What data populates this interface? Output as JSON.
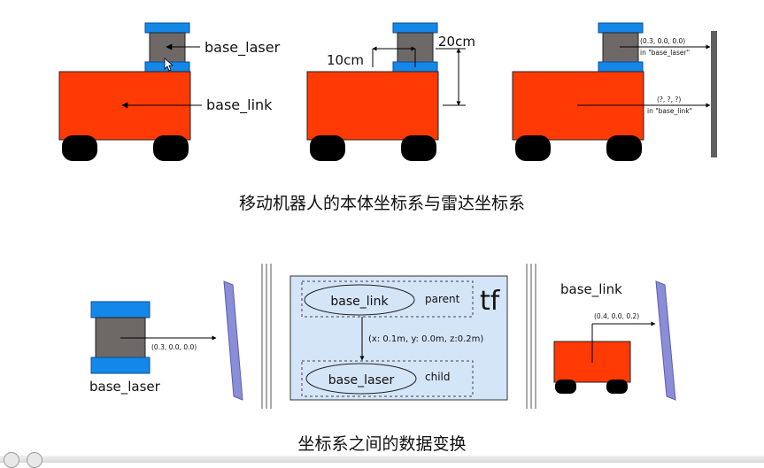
{
  "colors": {
    "body": "#ff3a05",
    "laser_cap": "#1488e8",
    "laser_core": "#6e6866",
    "wheel": "#000000",
    "panel": "#dfe7f8",
    "tf_box": "#d5e5f8",
    "wall": "#5f5f5f",
    "plane": "#8a8ed8"
  },
  "top": {
    "panel1": {
      "laser_label": "base_laser",
      "link_label": "base_link"
    },
    "panel2": {
      "horizontal_offset": "10cm",
      "vertical_offset": "20cm"
    },
    "panel3": {
      "laser_reading_value": "(0.3, 0.0, 0.0)",
      "laser_reading_frame": "in \"base_laser\"",
      "link_reading_value": "(?, ?, ?)",
      "link_reading_frame": "in \"base_link\""
    },
    "caption": "移动机器人的本体坐标系与雷达坐标系"
  },
  "bottom": {
    "laser_label": "base_laser",
    "laser_measure": "(0.3, 0.0, 0.0)",
    "tf": {
      "title": "tf",
      "parent_frame": "base_link",
      "parent_role": "parent",
      "child_frame": "base_laser",
      "child_role": "child",
      "transform": "(x: 0.1m, y: 0.0m, z:0.2m)"
    },
    "link_label": "base_link",
    "link_measure": "(0.4, 0.0, 0.2)",
    "caption": "坐标系之间的数据变换"
  }
}
